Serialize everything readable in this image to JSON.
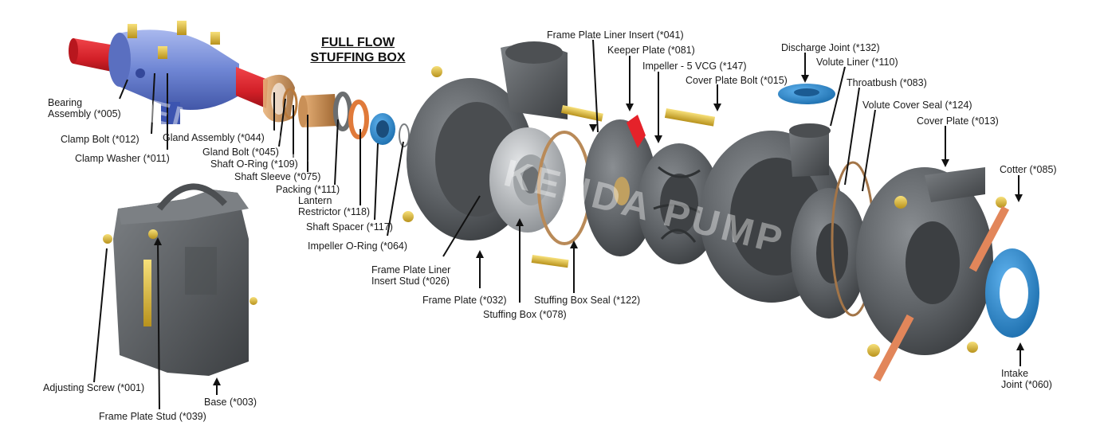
{
  "heading": {
    "line1": "FULL  FLOW",
    "line2": "STUFFING BOX"
  },
  "watermark": "KENDA PUMP",
  "colors": {
    "casting": "#5e6266",
    "casting_dark": "#3d4043",
    "blue": "#2c86c8",
    "bearing_blue": "#7089d6",
    "shaft_red": "#d8222a",
    "bolt_yellow": "#e8c53a",
    "copper": "#c98a4c",
    "cotter": "#e2865a"
  },
  "labels": {
    "bearing_assembly": "Bearing\nAssembly (*005)",
    "clamp_bolt": "Clamp Bolt (*012)",
    "clamp_washer": "Clamp  Washer (*011)",
    "gland_assembly": "Gland Assembly (*044)",
    "gland_bolt": "Gland Bolt (*045)",
    "shaft_oring": "Shaft O-Ring (*109)",
    "shaft_sleeve": "Shaft Sleeve (*075)",
    "packing": "Packing (*111)",
    "lantern_restrictor": "Lantern\nRestrictor (*118)",
    "shaft_spacer": "Shaft Spacer (*117)",
    "impeller_oring": "Impeller O-Ring (*064)",
    "fpl_insert_stud": "Frame Plate Liner\nInsert Stud (*026)",
    "frame_plate": "Frame Plate (*032)",
    "stuffing_box": "Stuffing Box (*078)",
    "stuffing_box_seal": "Stuffing Box Seal (*122)",
    "fpl_insert": "Frame Plate Liner Insert (*041)",
    "keeper_plate": "Keeper Plate (*081)",
    "impeller": "Impeller - 5 VCG (*147)",
    "cover_plate_bolt": "Cover Plate Bolt (*015)",
    "discharge_joint": "Discharge Joint (*132)",
    "volute_liner": "Volute Liner (*110)",
    "throatbush": "Throatbush (*083)",
    "volute_cover_seal": "Volute Cover Seal (*124)",
    "cover_plate": "Cover Plate (*013)",
    "cotter": "Cotter (*085)",
    "intake_joint": "Intake\nJoint (*060)",
    "adjusting_screw": "Adjusting Screw (*001)",
    "base": "Base (*003)",
    "frame_plate_stud": "Frame Plate Stud (*039)"
  }
}
